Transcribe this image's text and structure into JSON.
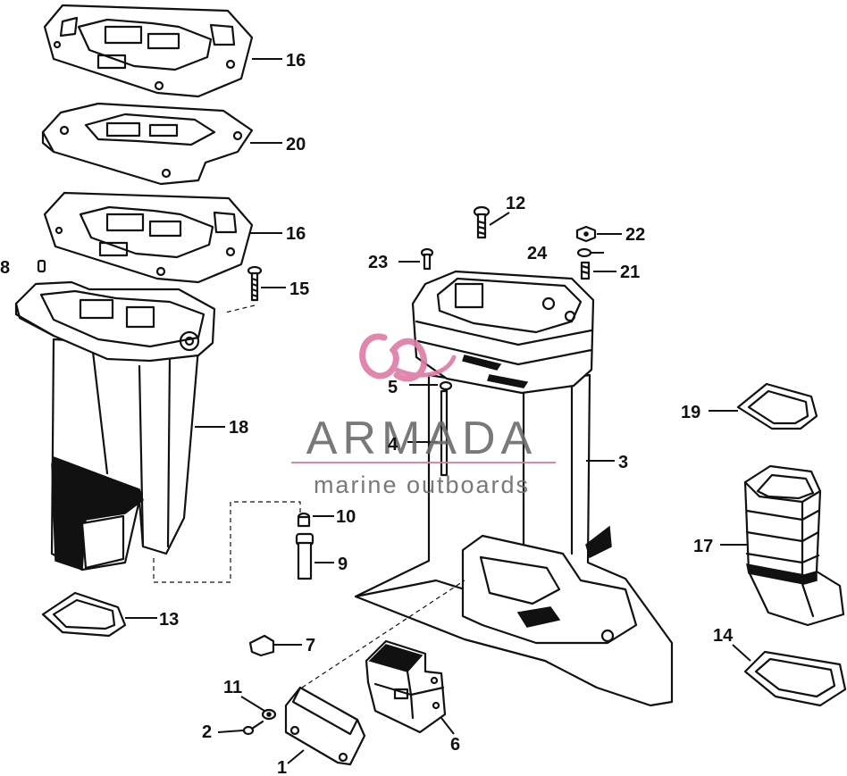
{
  "watermark": {
    "brand": "ARMADA",
    "tagline": "marine outboards",
    "accent_color": "#e07aa6",
    "text_color": "#6b6b6b"
  },
  "callouts": [
    {
      "id": "16a",
      "label": "16"
    },
    {
      "id": "20",
      "label": "20"
    },
    {
      "id": "16b",
      "label": "16"
    },
    {
      "id": "8",
      "label": "8"
    },
    {
      "id": "15",
      "label": "15"
    },
    {
      "id": "18",
      "label": "18"
    },
    {
      "id": "12",
      "label": "12"
    },
    {
      "id": "22",
      "label": "22"
    },
    {
      "id": "24",
      "label": "24"
    },
    {
      "id": "21",
      "label": "21"
    },
    {
      "id": "23",
      "label": "23"
    },
    {
      "id": "5",
      "label": "5"
    },
    {
      "id": "4",
      "label": "4"
    },
    {
      "id": "3",
      "label": "3"
    },
    {
      "id": "19",
      "label": "19"
    },
    {
      "id": "17",
      "label": "17"
    },
    {
      "id": "14",
      "label": "14"
    },
    {
      "id": "10",
      "label": "10"
    },
    {
      "id": "9",
      "label": "9"
    },
    {
      "id": "13",
      "label": "13"
    },
    {
      "id": "7",
      "label": "7"
    },
    {
      "id": "11",
      "label": "11"
    },
    {
      "id": "2",
      "label": "2"
    },
    {
      "id": "1",
      "label": "1"
    },
    {
      "id": "6",
      "label": "6"
    }
  ]
}
